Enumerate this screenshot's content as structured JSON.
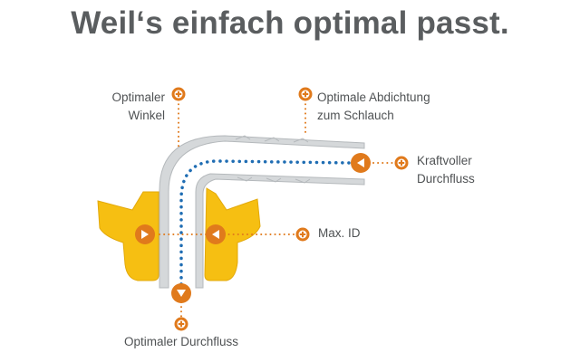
{
  "headline": "Weil‘s einfach optimal passt.",
  "labels": {
    "optimal_angle": [
      "Optimaler",
      "Winkel"
    ],
    "optimal_sealing": [
      "Optimale Abdichtung",
      "zum Schlauch"
    ],
    "powerful_flow": [
      "Kraftvoller",
      "Durchfluss"
    ],
    "max_id": "Max. ID",
    "optimal_flow": "Optimaler Durchfluss"
  },
  "colors": {
    "accent_orange": "#e07a1c",
    "connector_yellow": "#f6bf12",
    "flow_blue": "#1f6db3",
    "pipe_grey": "#c9ccce",
    "text_grey": "#5a5d5f"
  },
  "icons": {
    "callout_marker": "plus-circle-icon",
    "direction_marker": "triangle-arrow-icon"
  }
}
